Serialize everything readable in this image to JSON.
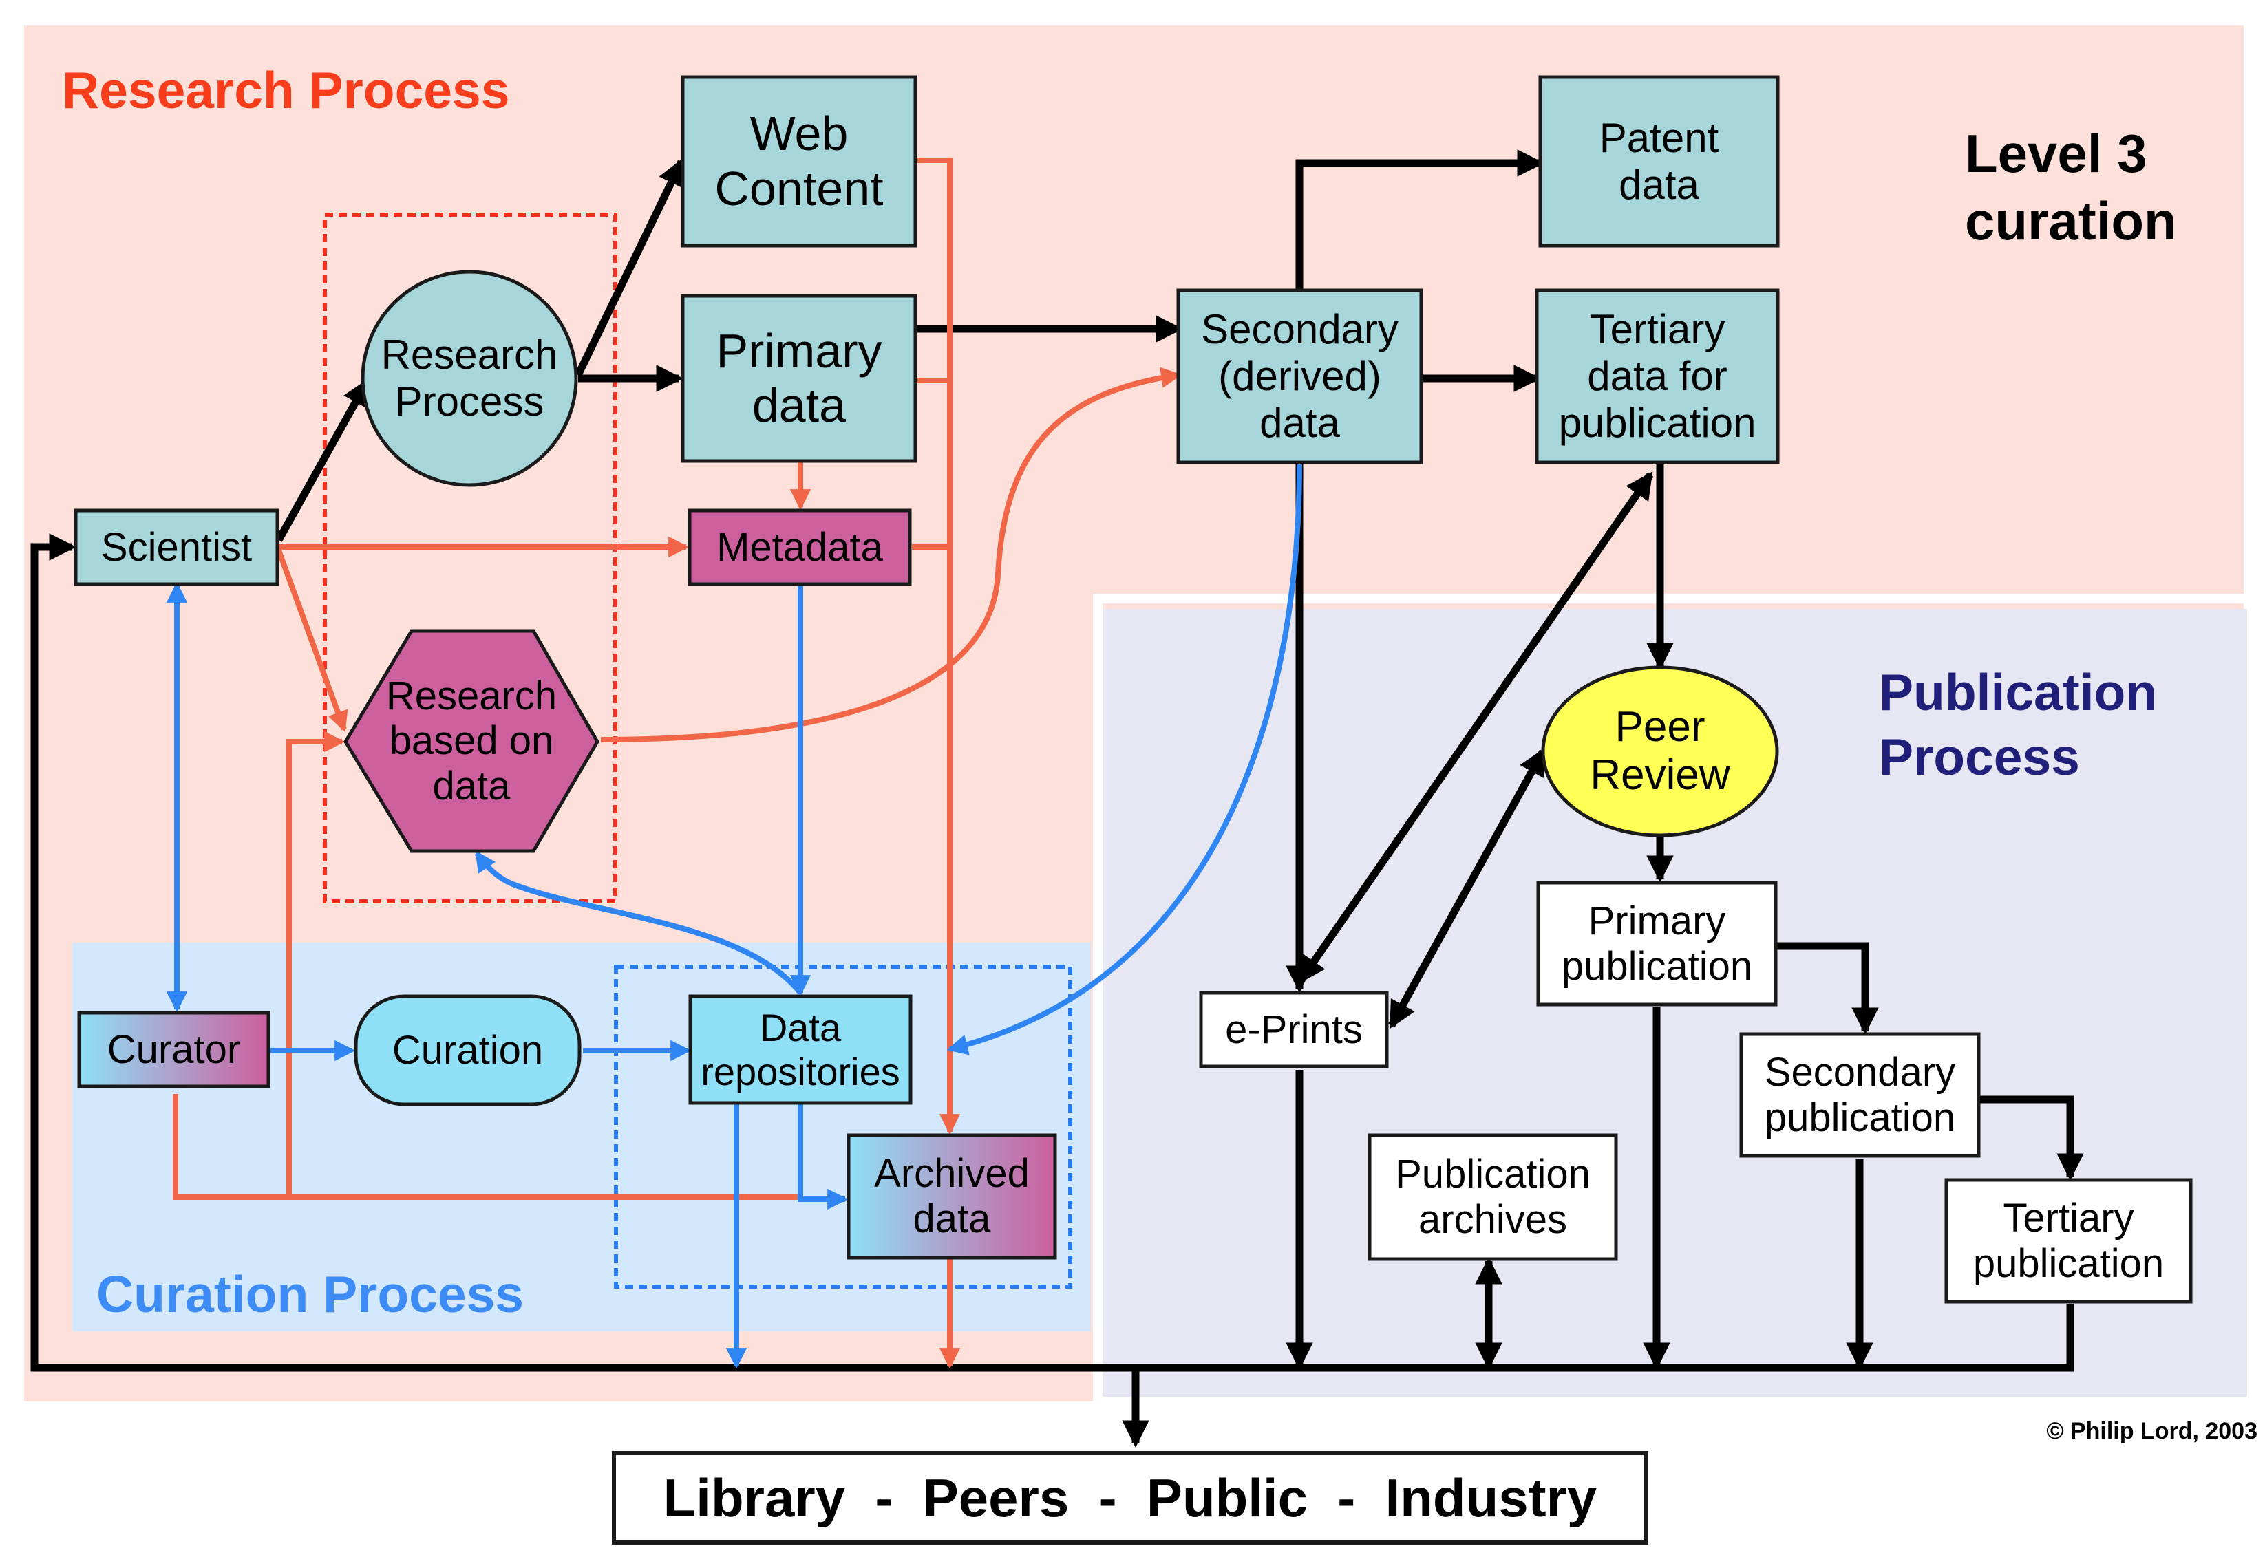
{
  "colors": {
    "research_bg": "#fde0da",
    "curation_bg": "#d3e8fd",
    "publication_bg": "#e7e7f3",
    "teal_box": "#a6d6d9",
    "magenta": "#cc5f9e",
    "light_blue": "#8fe0f7",
    "yellow": "#ffff55",
    "red_arrow": "#f26648",
    "blue_arrow": "#2f86f2",
    "black_arrow": "#000000",
    "research_title": "#f73d1c",
    "curation_title": "#3d8cf5",
    "publication_title": "#20207a"
  },
  "regions": {
    "research_title": "Research Process",
    "curation_title": "Curation Process",
    "publication_title": "Publication\nProcess",
    "level_title": "Level 3\ncuration"
  },
  "nodes": {
    "web_content": "Web\nContent",
    "primary_data": "Primary\ndata",
    "research_process": "Research\nProcess",
    "metadata": "Metadata",
    "scientist": "Scientist",
    "research_based": "Research\nbased on\ndata",
    "secondary_data": "Secondary\n(derived)\ndata",
    "patent_data": "Patent\ndata",
    "tertiary_data": "Tertiary\ndata for\npublication",
    "peer_review": "Peer\nReview",
    "primary_publication": "Primary\npublication",
    "secondary_publication": "Secondary\npublication",
    "tertiary_publication": "Tertiary\npublication",
    "eprints": "e-Prints",
    "publication_archives": "Publication\narchives",
    "curator": "Curator",
    "curation": "Curation",
    "data_repositories": "Data\nrepositories",
    "archived_data": "Archived\ndata"
  },
  "bottom_bar": "Library  -  Peers  -  Public  -  Industry",
  "copyright": "© Philip Lord, 2003"
}
